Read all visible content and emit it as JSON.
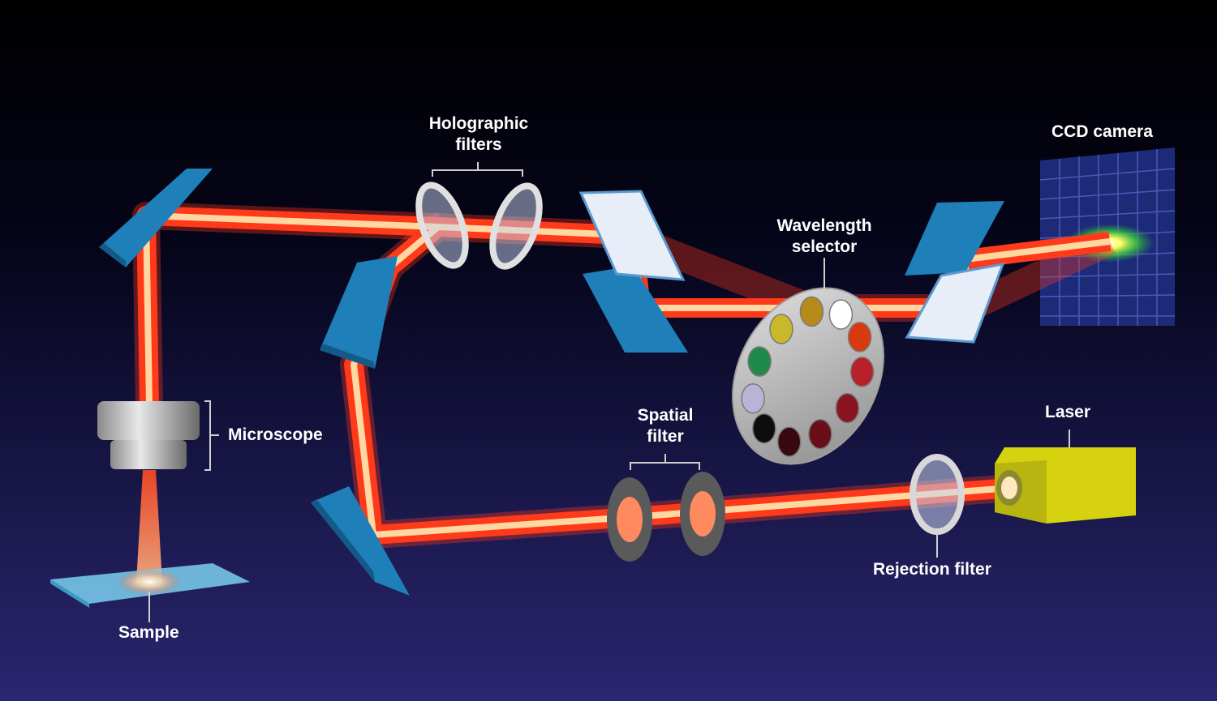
{
  "labels": {
    "holographic_filters": [
      "Holographic",
      "filters"
    ],
    "ccd_camera": "CCD camera",
    "wavelength_selector": [
      "Wavelength",
      "selector"
    ],
    "microscope": "Microscope",
    "spatial_filter": [
      "Spatial",
      "filter"
    ],
    "laser": "Laser",
    "rejection_filter": "Rejection filter",
    "sample": "Sample"
  },
  "colors": {
    "background_top": "#000000",
    "background_bottom": "#2a2670",
    "beam_outer": "#ff3a1a",
    "beam_core": "#ffd7a0",
    "mirror": "#1f7fb8",
    "laser_body": "#d6d210",
    "ccd_grid": "#1c2a78"
  },
  "filter_wheel_colors": [
    "#ffffff",
    "#d83a10",
    "#b8202a",
    "#8a1420",
    "#6a0f1a",
    "#3a0810",
    "#0d0d0d",
    "#b8b4d8",
    "#1f8a4a",
    "#c8b82a",
    "#b88a1a"
  ]
}
